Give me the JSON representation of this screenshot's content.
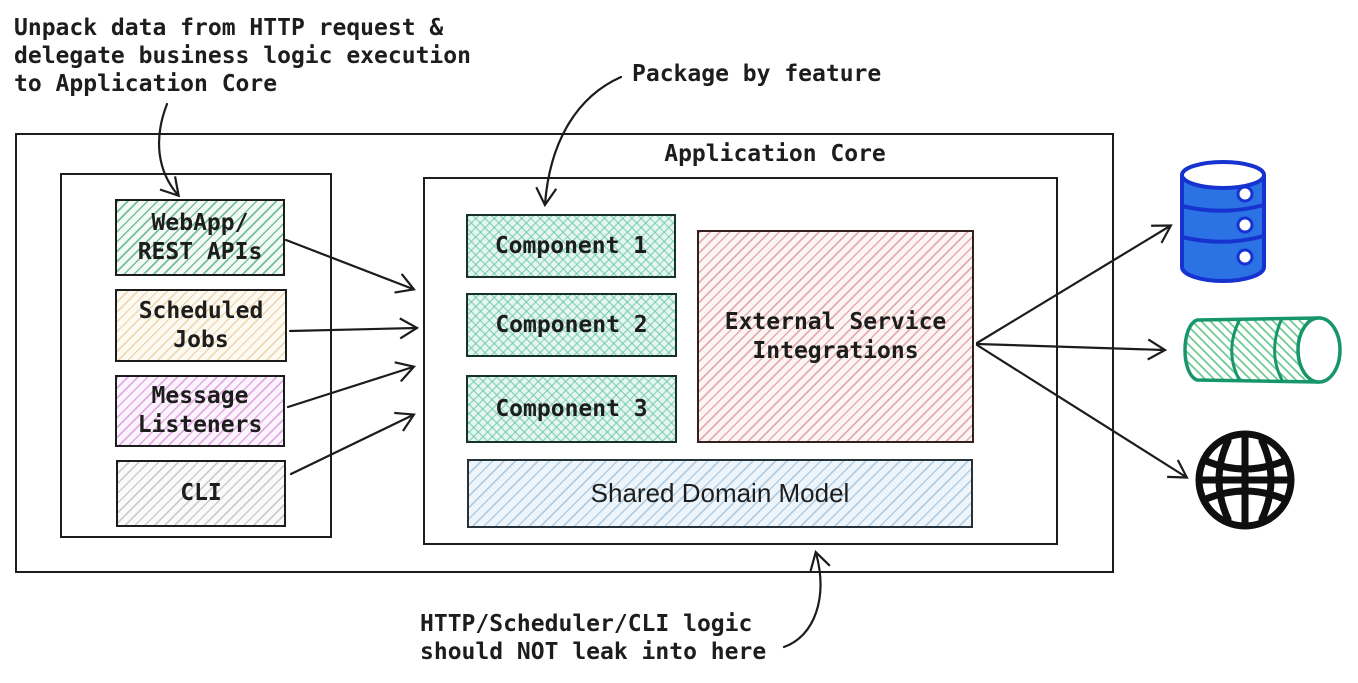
{
  "annotations": {
    "unpack_note": "Unpack data from HTTP request &\ndelegate business logic execution\nto Application Core",
    "package_note": "Package by feature",
    "leak_note": "HTTP/Scheduler/CLI logic\nshould NOT leak into here"
  },
  "core": {
    "title": "Application Core",
    "components": [
      {
        "label": "Component 1"
      },
      {
        "label": "Component 2"
      },
      {
        "label": "Component 3"
      }
    ],
    "external_service_label": "External Service\nIntegrations",
    "shared_domain_label": "Shared Domain Model"
  },
  "adapters": [
    {
      "label": "WebApp/\nREST APIs",
      "style": "green-hatch"
    },
    {
      "label": "Scheduled\nJobs",
      "style": "yellow-hatch"
    },
    {
      "label": "Message\nListeners",
      "style": "purple-hatch"
    },
    {
      "label": "CLI",
      "style": "gray-hatch"
    }
  ],
  "external_icons": [
    {
      "name": "database",
      "color": "#2b72e4"
    },
    {
      "name": "message-queue",
      "color": "#17966b"
    },
    {
      "name": "web-globe",
      "color": "#0f0f0f"
    }
  ],
  "colors": {
    "ink": "#1c1c1c",
    "webapp_hatch": "#2f9e6e",
    "scheduled_hatch": "#e0b070",
    "message_hatch": "#cd6fd1",
    "cli_hatch": "#969696",
    "component_hatch": "#62c4a4",
    "external_hatch": "#cc6666",
    "shared_hatch": "#7eaed4",
    "database_fill": "#2b72e4",
    "database_stroke": "#1733cf",
    "queue_stroke": "#17966b",
    "queue_hatch": "#6fcb8f",
    "globe_stroke": "#0f0f0f"
  }
}
